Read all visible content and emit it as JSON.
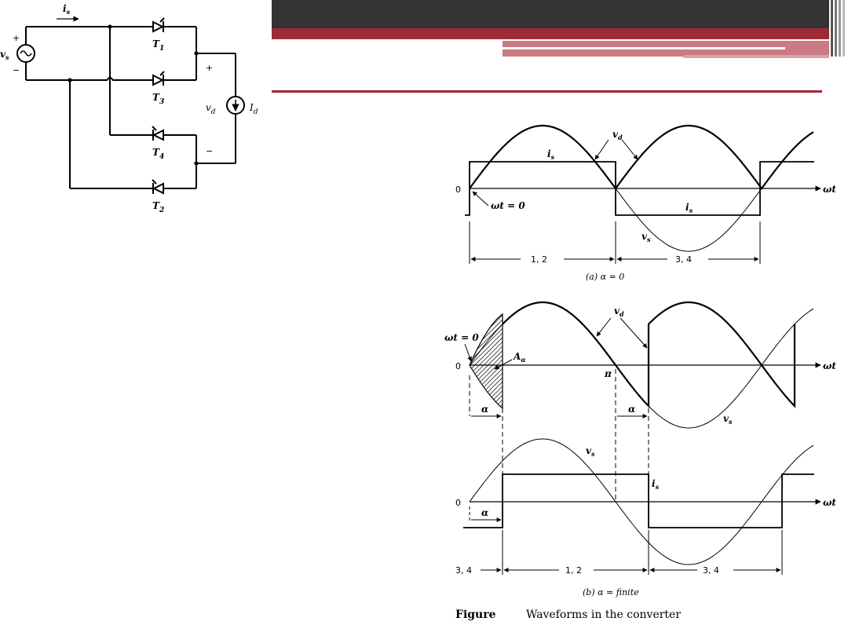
{
  "theme": {
    "header_dark": "#333333",
    "header_red": "#9e2a36",
    "header_light_red": "#c97a82",
    "rule_red": "#a8242e"
  },
  "circuit": {
    "source_current": "i",
    "source_current_sub": "s",
    "source_voltage": "v",
    "source_voltage_sub": "s",
    "plus": "+",
    "minus": "−",
    "thyristors": [
      {
        "name": "T",
        "sub": "1"
      },
      {
        "name": "T",
        "sub": "3"
      },
      {
        "name": "T",
        "sub": "4"
      },
      {
        "name": "T",
        "sub": "2"
      }
    ],
    "dc_voltage": "v",
    "dc_voltage_sub": "d",
    "dc_current": "I",
    "dc_current_sub": "d",
    "dc_plus": "+",
    "dc_minus": "−"
  },
  "panel_a": {
    "zero": "0",
    "vd": "v",
    "vd_sub": "d",
    "is_top": "i",
    "is_top_sub": "s",
    "is_bottom": "i",
    "is_bottom_sub": "s",
    "vs": "v",
    "vs_sub": "s",
    "wt0": "ωt = 0",
    "axis": "ωt",
    "interval_1": "1, 2",
    "interval_2": "3, 4",
    "caption": "(a) α = 0"
  },
  "panel_b": {
    "zero": "0",
    "wt0": "ωt = 0",
    "A_alpha": "A",
    "A_alpha_sub": "α",
    "vd": "v",
    "vd_sub": "d",
    "pi": "π",
    "axis": "ωt",
    "alpha_1": "α",
    "alpha_2": "α",
    "vs": "v",
    "vs_sub": "s"
  },
  "panel_c": {
    "zero": "0",
    "vs": "v",
    "vs_sub": "s",
    "is": "i",
    "is_sub": "s",
    "axis": "ωt",
    "alpha": "α",
    "interval_1": "3, 4",
    "interval_2": "1, 2",
    "interval_3": "3, 4",
    "caption": "(b) α = finite"
  },
  "figure": {
    "label": "Figure",
    "title": "Waveforms in the converter"
  }
}
